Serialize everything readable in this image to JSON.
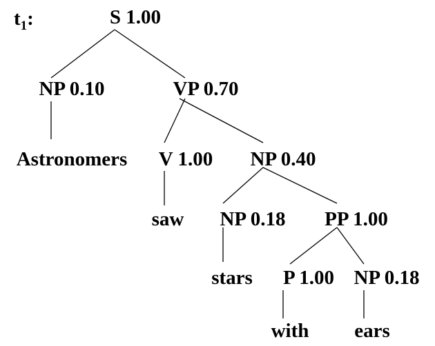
{
  "tree_label": {
    "main": "t",
    "sub": "1",
    "suffix": ":"
  },
  "nodes": {
    "s": "S 1.00",
    "np_subject": "NP 0.10",
    "vp": "VP 0.70",
    "astronomers": "Astronomers",
    "v": "V 1.00",
    "np_object": "NP 0.40",
    "saw": "saw",
    "np_stars": "NP 0.18",
    "pp": "PP 1.00",
    "stars": "stars",
    "p": "P 1.00",
    "np_ears": "NP 0.18",
    "with": "with",
    "ears": "ears"
  }
}
